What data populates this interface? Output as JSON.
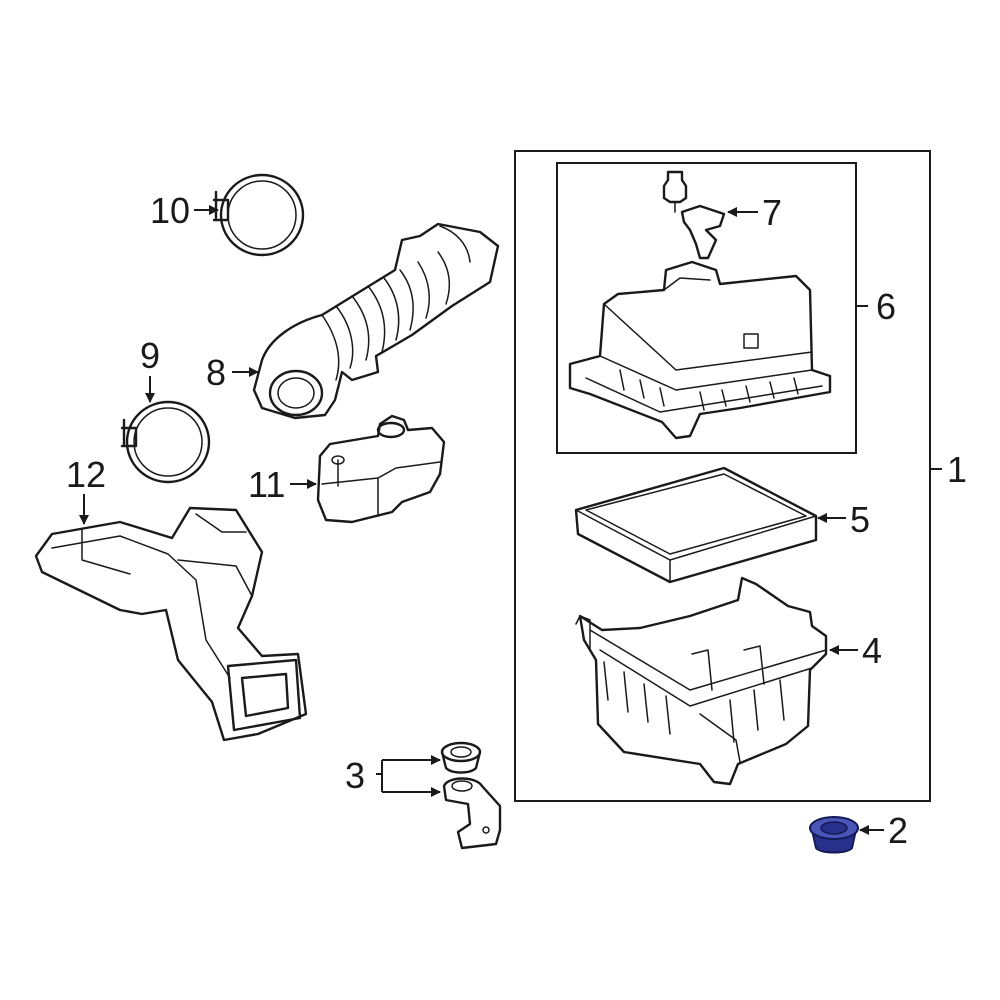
{
  "callouts": {
    "c1": "1",
    "c2": "2",
    "c3": "3",
    "c4": "4",
    "c5": "5",
    "c6": "6",
    "c7": "7",
    "c8": "8",
    "c9": "9",
    "c10": "10",
    "c11": "11",
    "c12": "12"
  },
  "colors": {
    "line": "#1a1a1a",
    "highlight": "#27308a",
    "highlight_light": "#4a55b8",
    "background": "#ffffff"
  },
  "highlighted_part": "2"
}
